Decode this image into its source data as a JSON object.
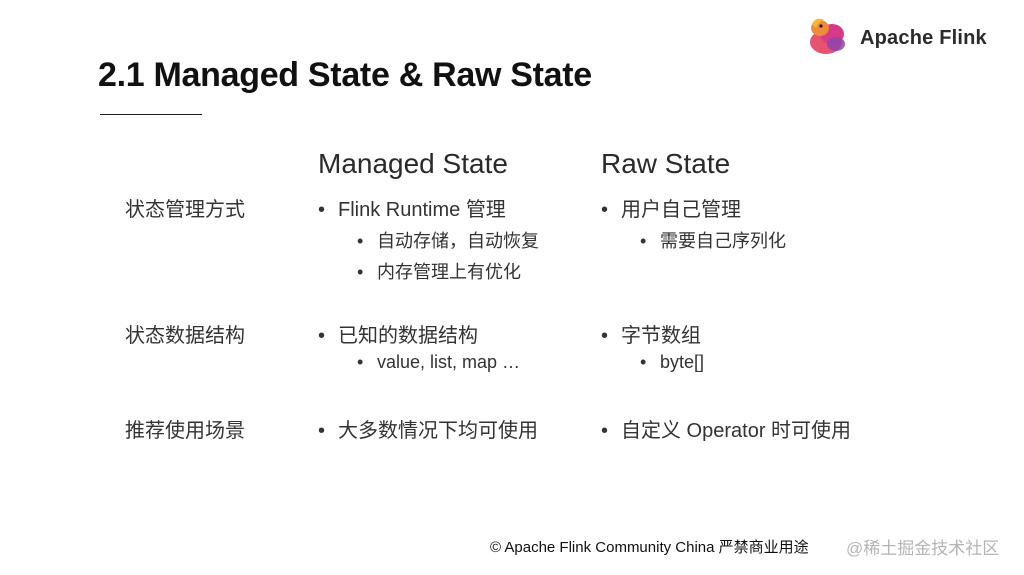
{
  "brand": {
    "name": "Apache Flink",
    "logo_icon": "flink-squirrel-icon"
  },
  "title": "2.1 Managed State & Raw State",
  "columns": {
    "managed": "Managed State",
    "raw": "Raw State"
  },
  "rows": [
    {
      "label": "状态管理方式",
      "managed": {
        "main": "Flink Runtime 管理",
        "sub": [
          "自动存储，自动恢复",
          "内存管理上有优化"
        ]
      },
      "raw": {
        "main": "用户自己管理",
        "sub": [
          "需要自己序列化"
        ]
      }
    },
    {
      "label": "状态数据结构",
      "managed": {
        "main": "已知的数据结构",
        "sub": [
          "value, list, map …"
        ]
      },
      "raw": {
        "main": "字节数组",
        "sub": [
          "byte[]"
        ]
      }
    },
    {
      "label": "推荐使用场景",
      "managed": {
        "main": "大多数情况下均可使用",
        "sub": []
      },
      "raw": {
        "main": "自定义 Operator 时可使用",
        "sub": []
      }
    }
  ],
  "footer": "© Apache Flink Community China  严禁商业用途",
  "watermark": "@稀土掘金技术社区"
}
